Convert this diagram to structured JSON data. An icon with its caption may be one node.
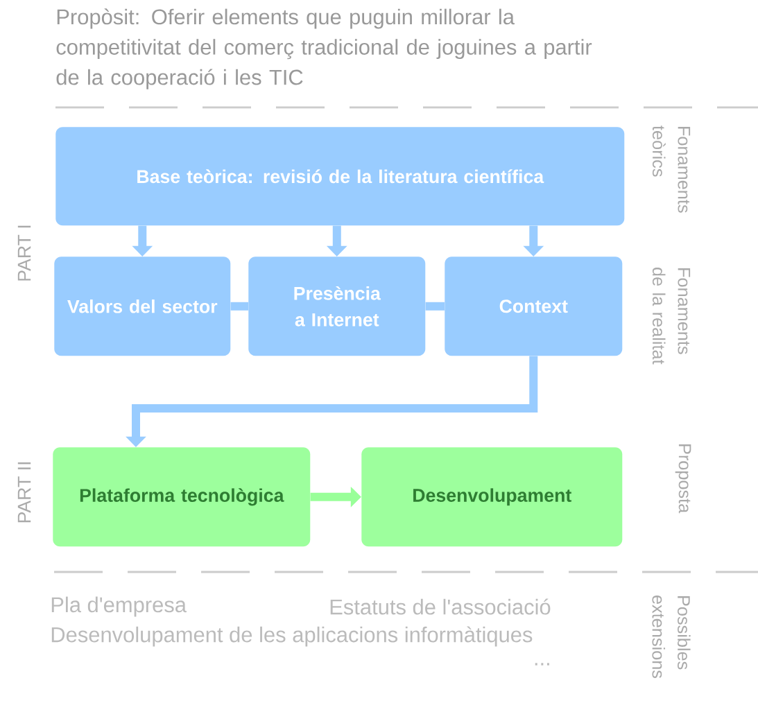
{
  "diagram": {
    "title": "Propòsit: Oferir elements que puguin millorar la competitivitat del comerç tradicional de joguines a partir de la cooperació i les TIC",
    "nodes": [
      {
        "text": [
          "Base teòrica: revisió de la literatura científica"
        ]
      },
      {
        "text": [
          "Valors del sector"
        ]
      },
      {
        "text": [
          "Presència a Internet"
        ]
      },
      {
        "text": [
          "Context"
        ]
      },
      {
        "text": [
          "Plataforma tecnològica"
        ]
      },
      {
        "text": [
          "Desenvolupament"
        ]
      }
    ],
    "edges": [
      {
        "from": 0,
        "to": 1,
        "arrow": "to"
      },
      {
        "from": 0,
        "to": 2,
        "arrow": "to"
      },
      {
        "from": 0,
        "to": 3,
        "arrow": "to"
      },
      {
        "from": 1,
        "to": 2,
        "arrow": "none"
      },
      {
        "from": 2,
        "to": 3,
        "arrow": "none"
      },
      {
        "from": 3,
        "to": 4,
        "arrow": "to"
      },
      {
        "from": 4,
        "to": 5,
        "arrow": "to",
        "color": "#99ff99"
      }
    ],
    "labels": [
      "PART I",
      "Fonaments teòrics",
      "Fonaments de la realitat",
      "PART II",
      "Proposta",
      "Pla d'empresa",
      "Estatuts de l'associació",
      "Desenvolupament de les aplicacions informàtiques",
      "...",
      "Possibles extensions"
    ]
  }
}
